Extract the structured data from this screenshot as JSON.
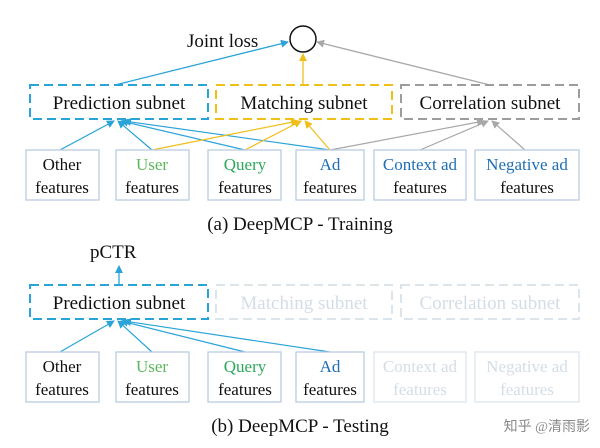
{
  "colors": {
    "prediction": "#2aa3d9",
    "matching": "#f0bf1a",
    "correlation": "#9c9c9c",
    "feature_border": "#b9cde1",
    "user_text": "#5cb85c",
    "query_text": "#2aa85a",
    "ad_text": "#1f6fb5",
    "faded": "#dde5ec",
    "faded_text": "#d4dde6",
    "arrow_gray": "#a8a8a8",
    "black": "#111111"
  },
  "training": {
    "top_label": "Joint loss",
    "subnets": {
      "prediction": "Prediction subnet",
      "matching": "Matching subnet",
      "correlation": "Correlation subnet"
    },
    "features": [
      {
        "line1": "Other",
        "line2": "features"
      },
      {
        "line1": "User",
        "line2": "features"
      },
      {
        "line1": "Query",
        "line2": "features"
      },
      {
        "line1": "Ad",
        "line2": "features"
      },
      {
        "line1": "Context ad",
        "line2": "features"
      },
      {
        "line1": "Negative ad",
        "line2": "features"
      }
    ],
    "caption": "(a)  DeepMCP - Training"
  },
  "testing": {
    "top_label": "pCTR",
    "subnets": {
      "prediction": "Prediction subnet",
      "matching": "Matching subnet",
      "correlation": "Correlation subnet"
    },
    "features": [
      {
        "line1": "Other",
        "line2": "features"
      },
      {
        "line1": "User",
        "line2": "features"
      },
      {
        "line1": "Query",
        "line2": "features"
      },
      {
        "line1": "Ad",
        "line2": "features"
      },
      {
        "line1": "Context ad",
        "line2": "features"
      },
      {
        "line1": "Negative ad",
        "line2": "features"
      }
    ],
    "caption": "(b)  DeepMCP - Testing"
  },
  "watermark": "知乎 @清雨影"
}
